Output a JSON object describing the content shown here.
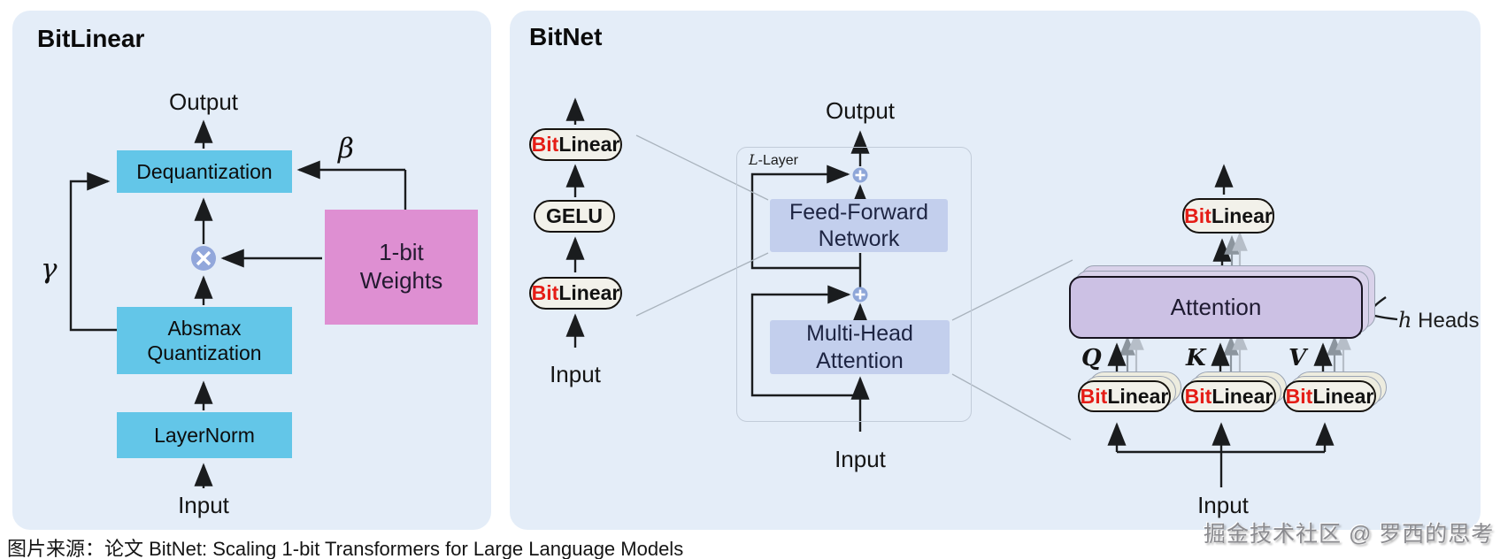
{
  "caption": "图片来源：论文 BitNet: Scaling 1-bit Transformers for Large Language Models",
  "watermark": "掘金技术社区 @ 罗西的思考",
  "shared": {
    "bitlinear_prefix": "Bit",
    "bitlinear_suffix": "Linear"
  },
  "icons": {
    "multiply_node": "circled-times",
    "add_node": "circled-plus"
  },
  "colors": {
    "panel_bg": "#e4edf8",
    "cyan_box": "#63c6e8",
    "pink_box": "#de8fd2",
    "node_circle": "#92a7db",
    "ffn_box": "#c3cfed",
    "attention_box": "#ccc1e4",
    "pill_bg": "#f2f1ea",
    "bit_red": "#e51d16",
    "thin_line": "#a9b3bd",
    "watermark_gray": "#8b8b8f"
  },
  "bitlinear_panel": {
    "title": "BitLinear",
    "output_label": "Output",
    "input_label": "Input",
    "beta": "β",
    "gamma": "γ",
    "dequantization": "Dequantization",
    "absmax_line1": "Absmax",
    "absmax_line2": "Quantization",
    "layernorm": "LayerNorm",
    "weights_line1": "1-bit",
    "weights_line2": "Weights"
  },
  "bitnet_panel": {
    "title": "BitNet",
    "ffn_stack": {
      "gelu": "GELU",
      "input_label": "Input"
    },
    "layer_block": {
      "layer_var": "L",
      "layer_suffix": "-Layer",
      "output_label": "Output",
      "input_label": "Input",
      "ffn_line1": "Feed-Forward",
      "ffn_line2": "Network",
      "mha_line1": "Multi-Head",
      "mha_line2": "Attention"
    },
    "attention_detail": {
      "attention": "Attention",
      "heads_var": "h",
      "heads_label": "Heads",
      "q": "Q",
      "k": "K",
      "v": "V",
      "input_label": "Input"
    }
  }
}
